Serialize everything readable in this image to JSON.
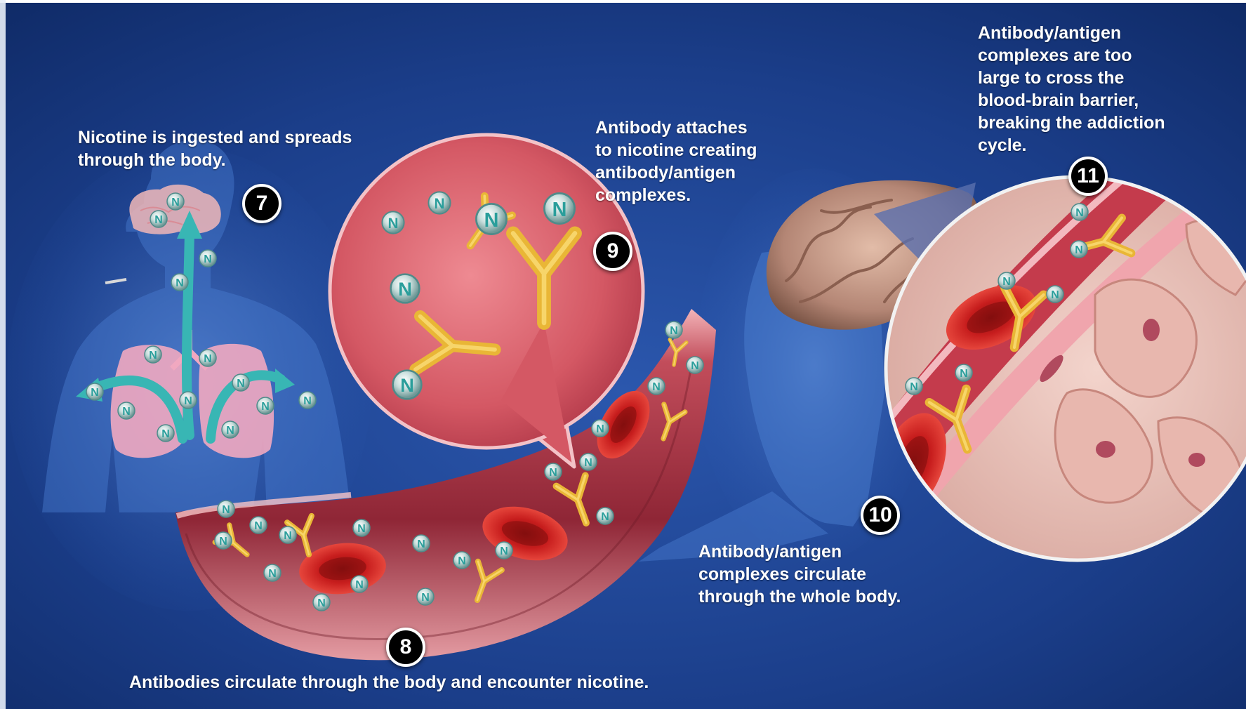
{
  "colors": {
    "background_dark": "#0f2a66",
    "background_light": "#2b57ad",
    "vessel": "#b8374a",
    "vessel_light": "#f0a5ad",
    "antibody": "#e9b636",
    "nicotine": "#4fb7b4",
    "brain": "#c29582",
    "lung": "#f1a8c0",
    "arrow": "#38b6b4",
    "badge_bg": "#000000",
    "text": "#ffffff"
  },
  "steps": [
    {
      "number": "7",
      "caption": "Nicotine is ingested and spreads\nthrough the body."
    },
    {
      "number": "8",
      "caption": "Antibodies circulate through the body and encounter nicotine."
    },
    {
      "number": "9",
      "caption": "Antibody attaches\nto nicotine creating\nantibody/antigen\ncomplexes."
    },
    {
      "number": "10",
      "caption": "Antibody/antigen\ncomplexes circulate\nthrough the whole body."
    },
    {
      "number": "11",
      "caption": "Antibody/antigen\ncomplexes are too\nlarge to cross the\nblood-brain barrier,\nbreaking the addiction\ncycle."
    }
  ],
  "molecule_letter": "N",
  "icons": {
    "body": "human-torso-silhouette",
    "lungs": "lungs-icon",
    "brain": "brain-icon",
    "vessel": "blood-vessel",
    "antibody": "antibody-y-shape",
    "nicotine": "nicotine-molecule",
    "red_cell": "red-blood-cell"
  }
}
